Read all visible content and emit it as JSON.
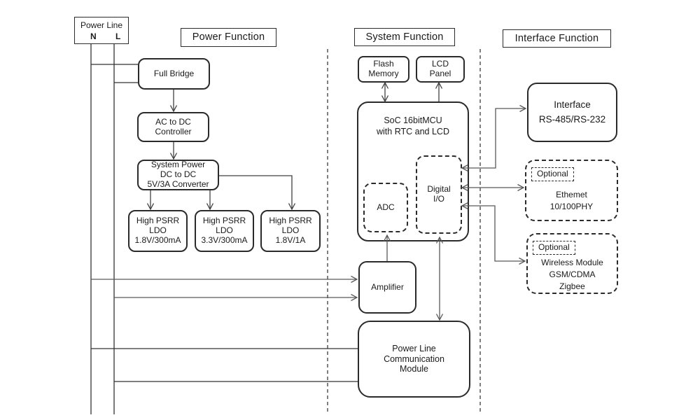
{
  "headers": {
    "power": "Power Function",
    "system": "System Function",
    "interface": "Interface Function"
  },
  "power_line": {
    "label": "Power Line",
    "wire_n": "N",
    "wire_l": "L"
  },
  "blocks": {
    "full_bridge": {
      "lines": [
        "Full Bridge"
      ]
    },
    "ac_dc": {
      "lines": [
        "AC to DC",
        "Controller"
      ]
    },
    "sys_power": {
      "lines": [
        "System Power",
        "DC to DC",
        "5V/3A Converter"
      ]
    },
    "ldo1": {
      "lines": [
        "High PSRR",
        "LDO",
        "1.8V/300mA"
      ]
    },
    "ldo2": {
      "lines": [
        "High PSRR",
        "LDO",
        "3.3V/300mA"
      ]
    },
    "ldo3": {
      "lines": [
        "High PSRR",
        "LDO",
        "1.8V/1A"
      ]
    },
    "flash": {
      "lines": [
        "Flash",
        "Memory"
      ]
    },
    "lcd": {
      "lines": [
        "LCD",
        "Panel"
      ]
    },
    "soc": {
      "lines": [
        "SoC 16bitMCU",
        "with RTC and LCD"
      ]
    },
    "adc": {
      "lines": [
        "ADC"
      ]
    },
    "digital_io": {
      "lines": [
        "Digital",
        "I/O"
      ]
    },
    "amplifier": {
      "lines": [
        "Amplifier"
      ]
    },
    "plc": {
      "lines": [
        "Power Line",
        "Communication",
        "Module"
      ]
    },
    "interface_rs": {
      "lines": [
        "Interface",
        "RS-485/RS-232"
      ]
    },
    "ethernet": {
      "optional": "Optional",
      "lines": [
        "Ethemet",
        "10/100PHY"
      ]
    },
    "wireless": {
      "optional": "Optional",
      "lines": [
        "Wireless Module",
        "GSM/CDMA",
        "Zigbee"
      ]
    }
  },
  "colors": {
    "structure": "#333333",
    "signal": "#595959",
    "border": "#2b2b2b"
  }
}
